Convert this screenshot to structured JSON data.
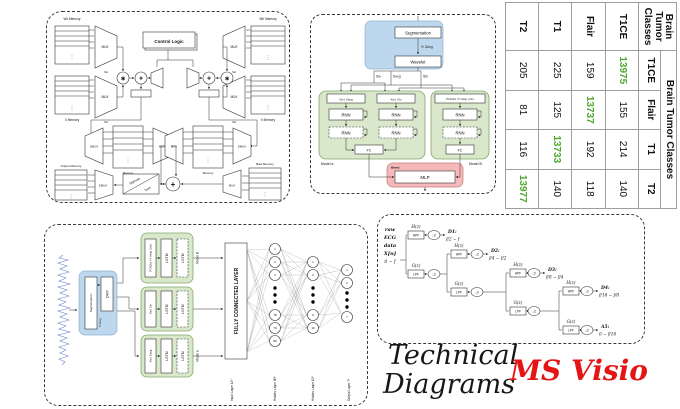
{
  "branding": {
    "title_line1": "Technical",
    "title_line2": "Diagrams",
    "subtitle": "MS Visio",
    "subtitle_color": "#e31515"
  },
  "colors": {
    "panel_blue": "#bdd7ee",
    "panel_green": "#d9e7ca",
    "panel_pink": "#f5b9ba",
    "matrix_green": "#4ea72e",
    "brand_red": "#e31515",
    "ecg_blue": "#6b85c9"
  },
  "hw": {
    "control_logic": "Control Logic",
    "mux": "MUX",
    "dmux": "DMUX",
    "sel": "Sel",
    "memory": "Memory",
    "wx_memory": "Wx Memory",
    "x_memory": "X Memory",
    "wh_memory": "Wh Memory",
    "h_memory": "h Memory",
    "output_memory": "Output Memory",
    "bias_memory": "Bias Memory",
    "sigmoid": "Sigmoid",
    "tanh": "Tanh",
    "mult": "✱",
    "add": "+"
  },
  "flow": {
    "segmentation": "Segmentation",
    "seg_out": "½ Xseg",
    "wavelet": "Wavelet",
    "x_w": "Xw",
    "x_seg": "Xseg",
    "x_in": "Xin",
    "col1": "Xw | Xseg",
    "col2": "Xw | Xin",
    "col3": "PCA(Xw | ½ Xseg | Xin)",
    "rnn": "RNN",
    "fc": "FC",
    "model_a": "Model a",
    "model_b": "Model B",
    "blend": "Blend",
    "mlp": "MLP"
  },
  "table": {
    "axis_title": "Brain Tumor Classes",
    "corner_lines": [
      "Brain",
      "Tumor",
      "Classes"
    ],
    "classes": [
      "T1CE",
      "Flair",
      "T1",
      "T2"
    ],
    "rows": [
      {
        "label": "T1CE",
        "values": [
          "13975",
          "155",
          "214",
          "140"
        ]
      },
      {
        "label": "Flair",
        "values": [
          "159",
          "13737",
          "192",
          "118"
        ]
      },
      {
        "label": "T1",
        "values": [
          "225",
          "125",
          "13733",
          "140"
        ]
      },
      {
        "label": "T2",
        "values": [
          "205",
          "81",
          "116",
          "13977"
        ]
      }
    ]
  },
  "nn": {
    "segmentation": "Segmentation",
    "dwt": "DWT",
    "seg_out": "½ Xseg",
    "box_top": "PCA(Xw | ½ Xseg | Xin)",
    "box_mid": "Xw | Xin",
    "box_bottom": "Xw | Xseg",
    "lstm": "LSTM",
    "model_a": "Model a",
    "model_b": "Model B",
    "fc_layer": "FULLY CONNECTED LAYER",
    "layers": [
      "Input Layer 14*",
      "Hidden Layer 80*",
      "Hidden Layer 10*",
      "Output Layer 7*"
    ],
    "h1_nodes": [
      "1",
      "2",
      "3",
      "78",
      "79",
      "80"
    ],
    "h2_nodes": [
      "1",
      "2",
      "9",
      "10"
    ],
    "out_nodes": [
      "1",
      "2",
      "7"
    ]
  },
  "fb": {
    "input_lines": [
      "raw",
      "ECG",
      "data",
      "X[n]",
      "0 − f"
    ],
    "hz": "H(z)",
    "gz": "G(z)",
    "hpf": "HPF",
    "lpf": "LPF",
    "down2": "↓2",
    "outputs": [
      {
        "name": "D1:",
        "range": "f/2 − f"
      },
      {
        "name": "D2:",
        "range": "f/4 − f/2"
      },
      {
        "name": "D3:",
        "range": "f/8 − f/4"
      },
      {
        "name": "D4:",
        "range": "f/16 − f/8"
      },
      {
        "name": "A5:",
        "range": "0 − f/16"
      }
    ]
  }
}
